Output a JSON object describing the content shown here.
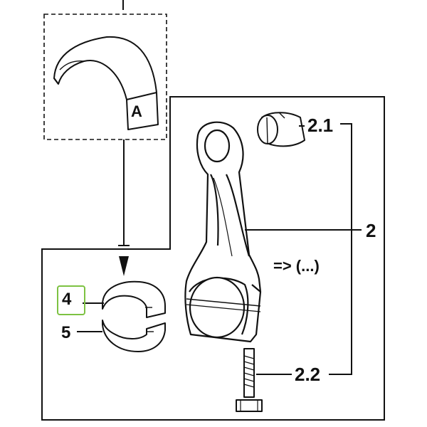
{
  "callouts": {
    "detail": "A",
    "upper_bearing": "4",
    "lower_bearing": "5",
    "connecting_rod": "2",
    "small_end_bushing": "2.1",
    "rod_bolt": "2.2",
    "reference": "=> (...)"
  },
  "colors": {
    "line": "#111111",
    "highlight": "#7dc242",
    "fill": "#ffffff"
  }
}
